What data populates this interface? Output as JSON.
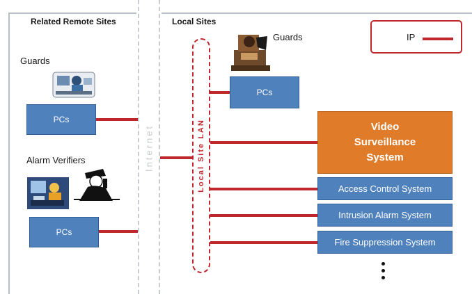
{
  "headings": {
    "remote": "Related Remote Sites",
    "local": "Local Sites"
  },
  "remote": {
    "guards_label": "Guards",
    "guards_pc": "PCs",
    "verifiers_label": "Alarm Verifiers",
    "verifiers_pc": "PCs"
  },
  "internet_label": "Internet",
  "lan_label": "Local Site LAN",
  "local": {
    "guards_label": "Guards",
    "guards_pc": "PCs",
    "systems": {
      "video": "Video Surveillance System",
      "access": "Access Control System",
      "intrusion": "Intrusion Alarm System",
      "fire": "Fire Suppression System"
    }
  },
  "legend": {
    "label": "IP"
  },
  "colors": {
    "link": "#c0262d",
    "box": "#4f81bd",
    "video": "#e07b2a"
  },
  "icons": [
    "guard-desk-clipart",
    "verifier-computer-clipart",
    "officer-phone-clipart",
    "security-guard-clipart",
    "vertical-ellipsis-icon"
  ]
}
